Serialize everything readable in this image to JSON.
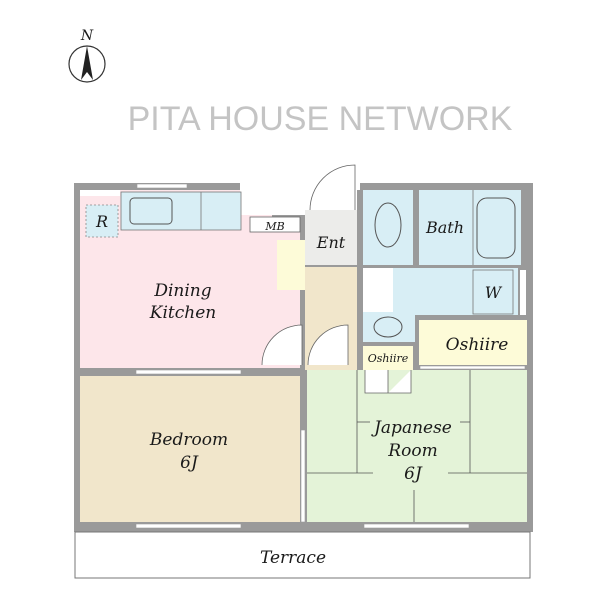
{
  "compass": {
    "label": "N"
  },
  "watermark": "PITA HOUSE NETWORK",
  "rooms": {
    "refrigerator": "R",
    "meter_box": "MB",
    "entrance": "Ent",
    "bath": "Bath",
    "washer": "W",
    "dining_kitchen": [
      "Dining",
      "Kitchen"
    ],
    "oshiire_small": "Oshiire",
    "oshiire_large": "Oshiire",
    "bedroom": [
      "Bedroom",
      "6J"
    ],
    "japanese_room": [
      "Japanese",
      "Room",
      "6J"
    ],
    "terrace": "Terrace"
  },
  "colors": {
    "wall": "#9a9a9a",
    "dining_kitchen": "#fde6ea",
    "bedroom": "#f1e6cb",
    "japanese_room": "#e4f3d8",
    "wet_area": "#d8eef5",
    "closet": "#fdfbd8",
    "entrance": "#ececea",
    "hallway": "#f1e6cb"
  }
}
